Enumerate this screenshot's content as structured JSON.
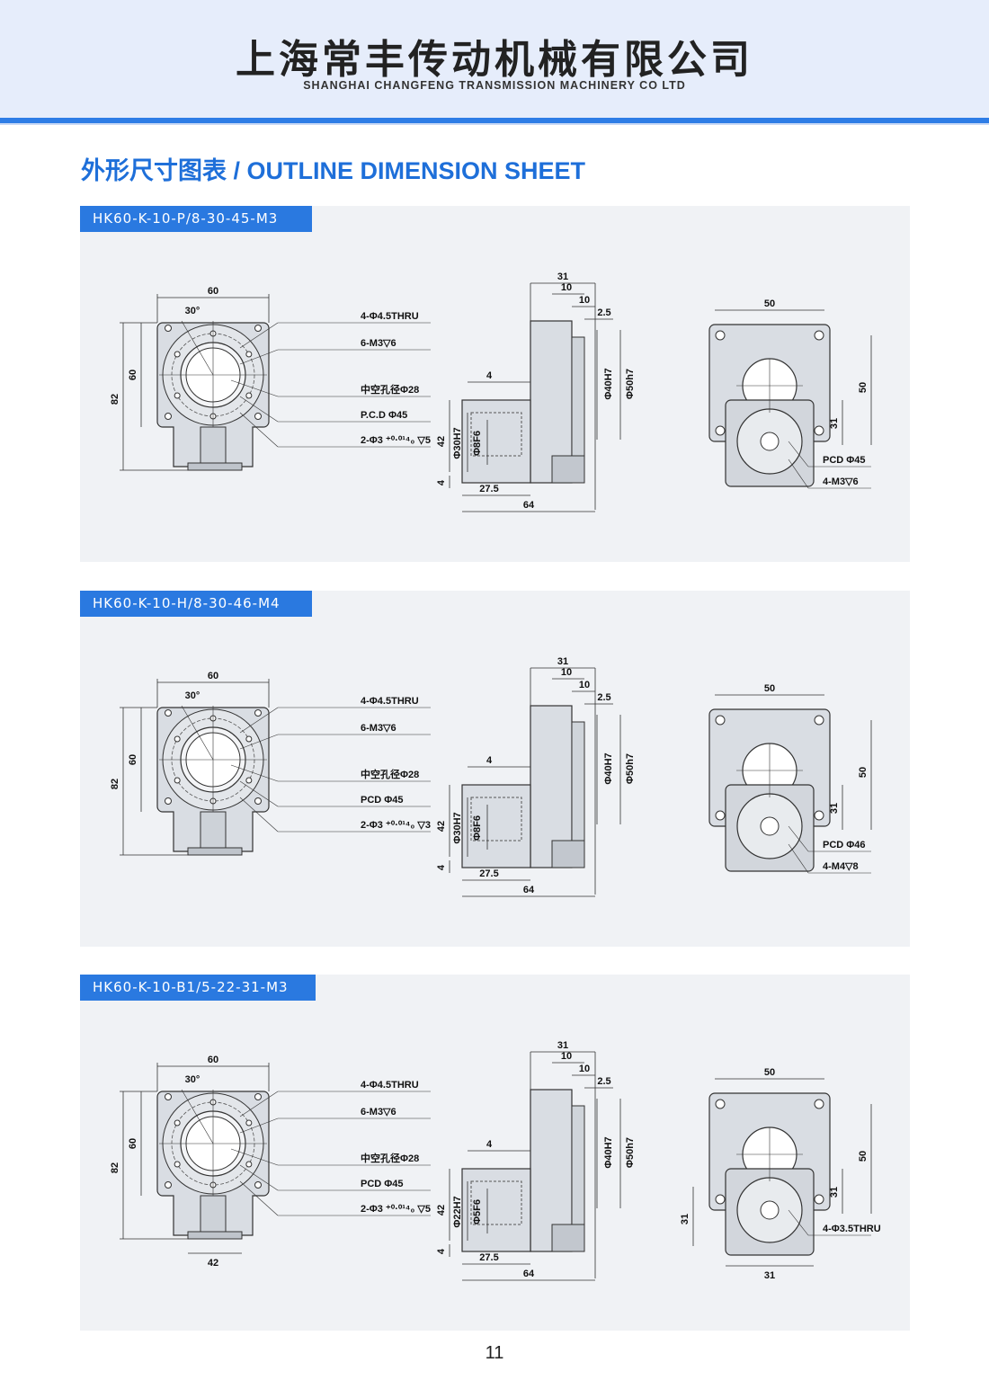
{
  "header": {
    "company_cn": "上海常丰传动机械有限公司",
    "company_en": "SHANGHAI CHANGFENG TRANSMISSION MACHINERY CO LTD"
  },
  "sheet_title": "外形尺寸图表 / OUTLINE DIMENSION SHEET",
  "panels": [
    {
      "model": "HK60-K-10-P/8-30-45-M3",
      "front": {
        "width": "60",
        "angle": "30°",
        "height_outer": "82",
        "height_inner": "60",
        "bottom": "",
        "callouts": [
          "4-Φ4.5THRU",
          "6-M3▽6",
          "中空孔径Φ28",
          "P.C.D Φ45",
          "2-Φ3 ⁺⁰·⁰¹⁴₀ ▽5"
        ]
      },
      "side": {
        "top": "31",
        "d1": "10",
        "d2": "10",
        "d3": "2.5",
        "bore1": "Φ40H7",
        "bore2": "Φ50h7",
        "d4": "4",
        "h1": "42",
        "h2": "4",
        "s1": "Φ30H7",
        "s2": "Φ8F6",
        "l1": "27.5",
        "l2": "64"
      },
      "rear": {
        "width": "50",
        "h1": "50",
        "h2": "31",
        "side": "",
        "bottom": "",
        "callouts": [
          "PCD Φ45",
          "4-M3▽6"
        ]
      }
    },
    {
      "model": "HK60-K-10-H/8-30-46-M4",
      "front": {
        "width": "60",
        "angle": "30°",
        "height_outer": "82",
        "height_inner": "60",
        "bottom": "",
        "callouts": [
          "4-Φ4.5THRU",
          "6-M3▽6",
          "中空孔径Φ28",
          "PCD Φ45",
          "2-Φ3 ⁺⁰·⁰¹⁴₀ ▽3"
        ]
      },
      "side": {
        "top": "31",
        "d1": "10",
        "d2": "10",
        "d3": "2.5",
        "bore1": "Φ40H7",
        "bore2": "Φ50h7",
        "d4": "4",
        "h1": "42",
        "h2": "4",
        "s1": "Φ30H7",
        "s2": "Φ8F6",
        "l1": "27.5",
        "l2": "64"
      },
      "rear": {
        "width": "50",
        "h1": "50",
        "h2": "31",
        "side": "",
        "bottom": "",
        "callouts": [
          "PCD Φ46",
          "4-M4▽8"
        ]
      }
    },
    {
      "model": "HK60-K-10-B1/5-22-31-M3",
      "front": {
        "width": "60",
        "angle": "30°",
        "height_outer": "82",
        "height_inner": "60",
        "bottom": "42",
        "callouts": [
          "4-Φ4.5THRU",
          "6-M3▽6",
          "中空孔径Φ28",
          "PCD Φ45",
          "2-Φ3 ⁺⁰·⁰¹⁴₀ ▽5"
        ]
      },
      "side": {
        "top": "31",
        "d1": "10",
        "d2": "10",
        "d3": "2.5",
        "bore1": "Φ40H7",
        "bore2": "Φ50h7",
        "d4": "4",
        "h1": "42",
        "h2": "4",
        "s1": "Φ22H7",
        "s2": "Φ5F6",
        "l1": "27.5",
        "l2": "64"
      },
      "rear": {
        "width": "50",
        "h1": "50",
        "h2": "31",
        "side": "31",
        "bottom": "31",
        "callouts": [
          "4-Φ3.5THRU"
        ]
      }
    }
  ],
  "page_number": "11",
  "colors": {
    "accent": "#2a79e0",
    "header_bg": "#e6edfb",
    "panel_bg": "#f0f2f5",
    "part_fill": "#d9dde3"
  }
}
